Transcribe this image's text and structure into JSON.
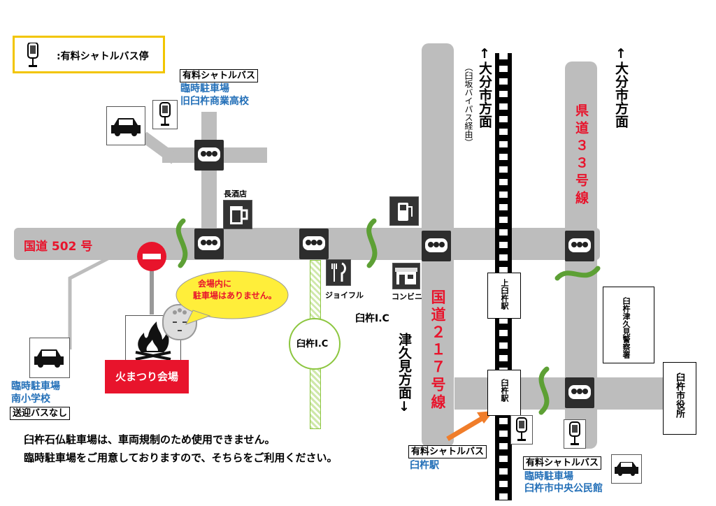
{
  "legend": {
    "text": ":有料シャトルバス停"
  },
  "roads": {
    "route502": "国道 502 号",
    "route217": "国道２１７号線",
    "pref33": "県道３３号線"
  },
  "directions": {
    "oita_bypass": "↑大分市方面",
    "bypass_note": "（臼坂バイパス経由）",
    "oita_right": "↑大分市方面",
    "tsukumi": "津久見方面↓"
  },
  "places": {
    "nagasaketen": "長酒店",
    "joyfull": "ジョイフル",
    "konbini": "コンビニ",
    "usuki_ic_label": "臼杵I.C",
    "usuki_ic_road": "臼杵I.C",
    "kami_usuki_station": "上臼杵駅",
    "usuki_station": "臼杵駅",
    "police": "臼杵津久見警察署",
    "city_hall": "臼杵市役所"
  },
  "venue": {
    "name": "火まつり会場",
    "speech": [
      "会場内に",
      "駐車場はありません。"
    ]
  },
  "parking_north": {
    "title": "有料シャトルバス",
    "line1": "臨時駐車場",
    "line2": "旧臼杵商業高校"
  },
  "parking_south": {
    "line1": "臨時駐車場",
    "line2": "南小学校",
    "note": "送迎バスなし"
  },
  "parking_station": {
    "title": "有料シャトルバス",
    "line1": "臼杵駅"
  },
  "parking_hall": {
    "title": "有料シャトルバス",
    "line1": "臨時駐車場",
    "line2": "臼杵市中央公民館"
  },
  "notice": {
    "line1": "臼杵石仏駐車場は、車両規制のため使用できません。",
    "line2": "臨時駐車場をご用意しておりますので、そちらをご利用ください。"
  },
  "colors": {
    "red": "#e8142c",
    "blue": "#2470b8",
    "road": "#bdbdbd",
    "accent": "#f07d2a",
    "legend_border": "#f2c500"
  }
}
